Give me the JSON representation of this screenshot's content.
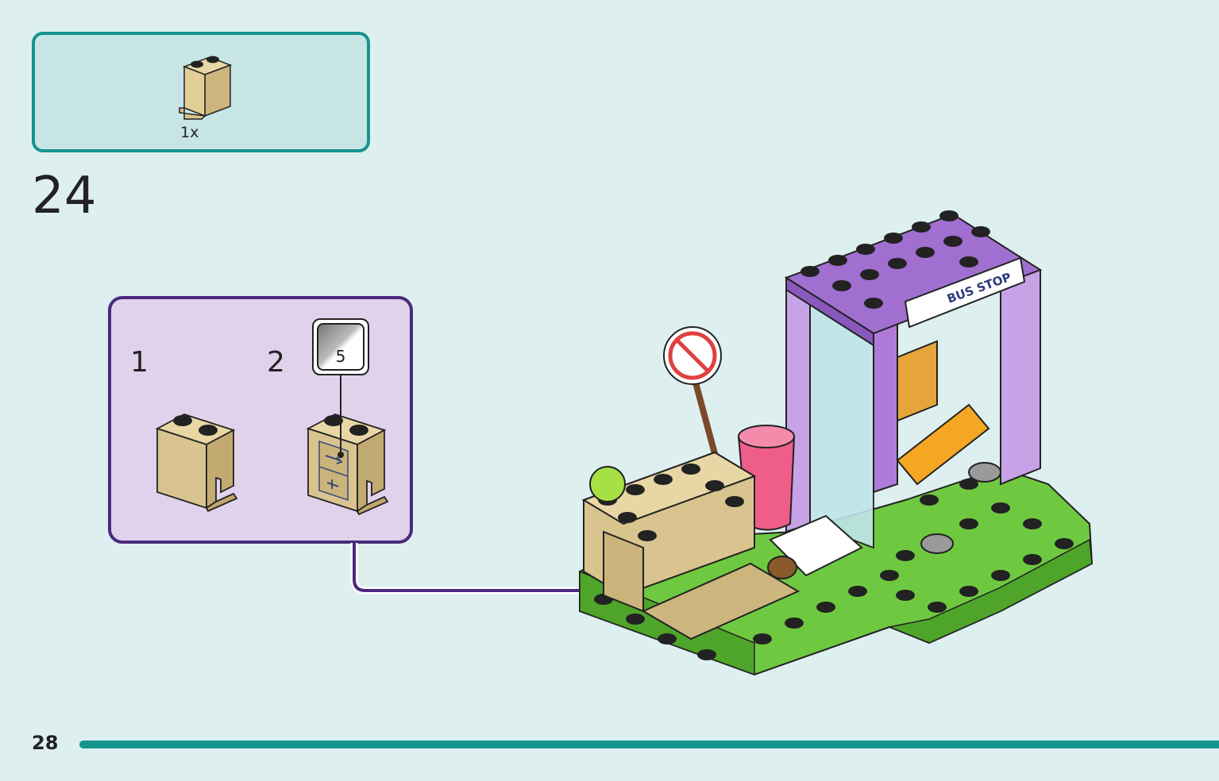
{
  "parts_list": {
    "items": [
      {
        "icon": "tan-panel-brick-icon",
        "quantity": "1x"
      }
    ]
  },
  "step": {
    "number": "24"
  },
  "sub_assembly": {
    "steps": [
      {
        "label": "1"
      },
      {
        "label": "2"
      }
    ],
    "sticker": {
      "number": "5"
    }
  },
  "model": {
    "sign_text": "BUS STOP"
  },
  "footer": {
    "page_number": "28"
  },
  "colors": {
    "page_background": "#deeff0",
    "parts_border": "#14948f",
    "sub_assembly_border": "#4a2a7a",
    "sub_assembly_fill": "#e1d2ec",
    "arrow": "#4a2a7a",
    "brick_tan": "#d9c48f",
    "brick_green": "#6ec940",
    "brick_purple": "#a06fd0",
    "brick_orange": "#f5a623",
    "brick_pink": "#ef5d8a"
  }
}
